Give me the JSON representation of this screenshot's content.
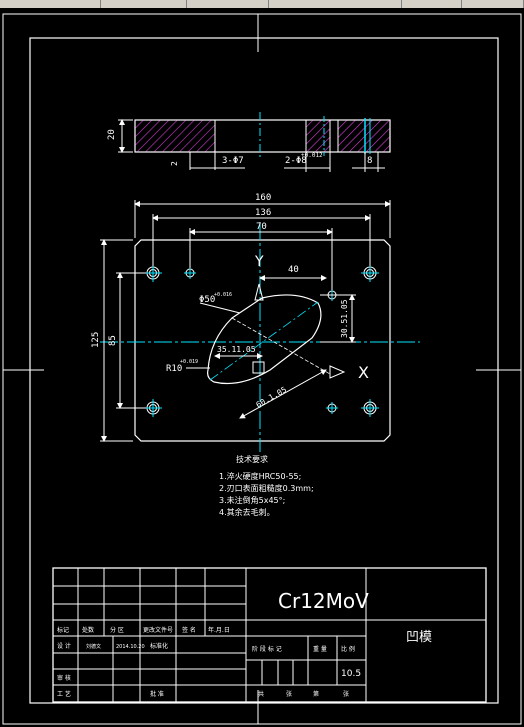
{
  "window": {
    "toolbar_segments": 6
  },
  "drawing": {
    "material": "Cr12MoV",
    "part_name": "凹模",
    "scale_value": "10.5"
  },
  "dimensions": {
    "section_height": "20",
    "section_small": "2",
    "hole_a": "3-Φ7",
    "hole_b": "2-Φ8",
    "hole_b_tol": "+0.012",
    "section_8": "8",
    "overall_width": "160",
    "hole_span_x": "136",
    "pin_span_x": "70",
    "offset_40": "40",
    "overall_height": "125",
    "hole_span_y": "85",
    "dim_y": "30.51.05",
    "dim_cavity": "35.11.05",
    "dim_60": "60.1.05",
    "radius": "R10",
    "radius_tol": "+0.019",
    "diameter": "Φ50",
    "diameter_tol": "+0.016",
    "axis_y": "Y",
    "axis_x": "X"
  },
  "notes": {
    "title": "技术要求",
    "items": [
      "1.淬火硬度HRC50-55;",
      "2.刃口表面粗糙度0.3mm;",
      "3.未注倒角5x45°;",
      "4.其余去毛刺。"
    ]
  },
  "title_block": {
    "row_labels": [
      "标记",
      "处数",
      "分 区",
      "更改文件号",
      "签 名",
      "年.月.日"
    ],
    "designer_label": "设 计",
    "designer_name": "刘德文",
    "date": "2014.10.20",
    "std_label": "标准化",
    "review_label": "审 核",
    "process_label": "工 艺",
    "approve_label": "批 准",
    "stage_labels": [
      "阶 段 标 记",
      "重 量",
      "比 例"
    ],
    "sheet_labels": [
      "共",
      "张",
      "第",
      "张"
    ]
  },
  "colors": {
    "outline": "#ffffff",
    "dimension": "#ffffff",
    "center": "#00e5ff",
    "hatch": "#d63fd6"
  }
}
